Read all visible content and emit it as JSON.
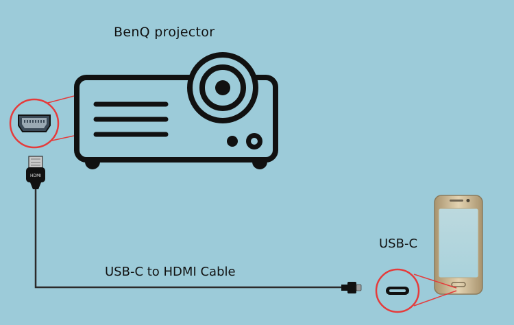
{
  "labels": {
    "projector": "BenQ projector",
    "port": "USB-C",
    "cable": "USB-C to HDMI Cable",
    "hdmi_plug_text": "HDMI"
  },
  "icons": {
    "projector": "projector-icon",
    "hdmi_port": "hdmi-port-icon",
    "hdmi_plug": "hdmi-plug-icon",
    "usbc_plug": "usbc-plug-icon",
    "usbc_port": "usbc-port-icon",
    "phone": "smartphone-icon"
  },
  "colors": {
    "background": "#9ccbd9",
    "outline": "#111111",
    "highlight": "#e53b3b",
    "cable": "#2b2b2b",
    "phone_frame": "#c9b48f"
  }
}
